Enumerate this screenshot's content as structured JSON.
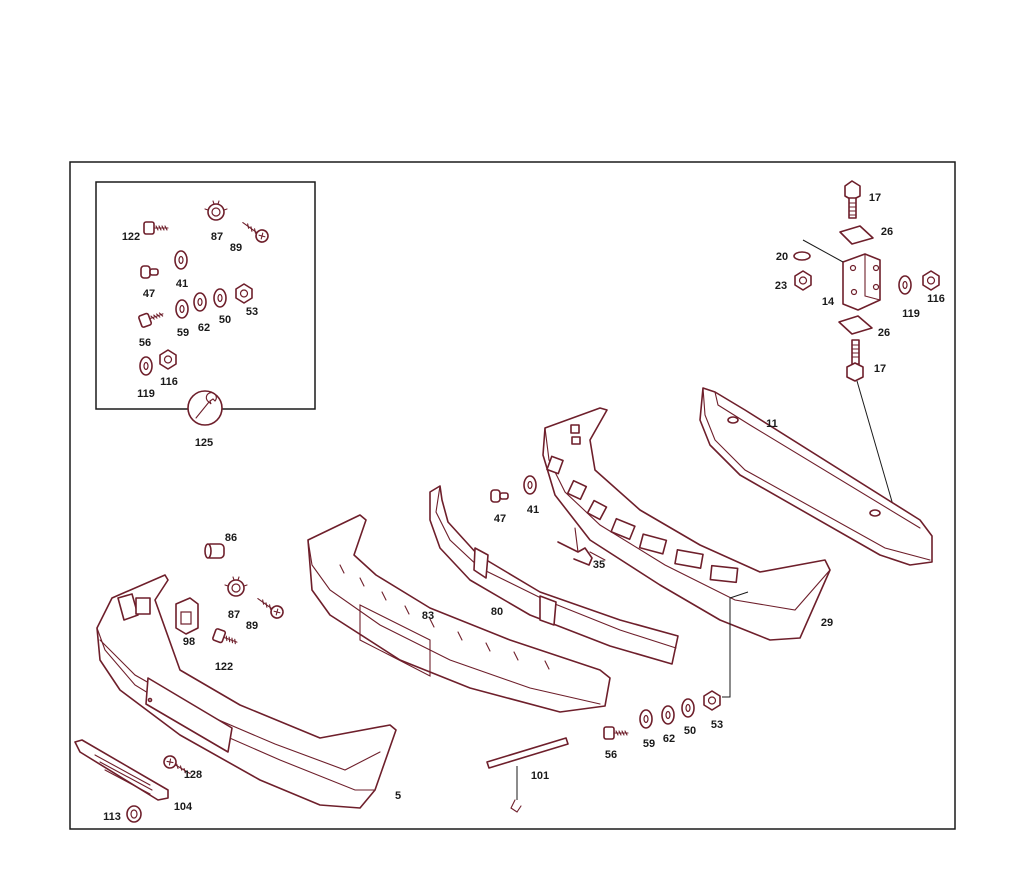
{
  "diagram": {
    "accent_color": "#6e1f2b",
    "frame_color": "#1a1a1a",
    "background_color": "#ffffff",
    "inset_icon": "wrench-icon",
    "labels": {
      "l122a": "122",
      "l87a": "87",
      "l89a": "89",
      "l47a": "47",
      "l41a": "41",
      "l56a": "56",
      "l59a": "59",
      "l62a": "62",
      "l50a": "50",
      "l53a": "53",
      "l119a": "119",
      "l116a": "116",
      "l125": "125",
      "l17a": "17",
      "l26a": "26",
      "l20": "20",
      "l23": "23",
      "l14": "14",
      "l119b": "119",
      "l116b": "116",
      "l26b": "26",
      "l17b": "17",
      "l11": "11",
      "l47b": "47",
      "l41b": "41",
      "l35": "35",
      "l29": "29",
      "l80": "80",
      "l83": "83",
      "l86": "86",
      "l87b": "87",
      "l89b": "89",
      "l98": "98",
      "l122b": "122",
      "l5": "5",
      "l101": "101",
      "l56b": "56",
      "l59b": "59",
      "l62b": "62",
      "l50b": "50",
      "l53b": "53",
      "l128": "128",
      "l104": "104",
      "l113": "113"
    }
  }
}
